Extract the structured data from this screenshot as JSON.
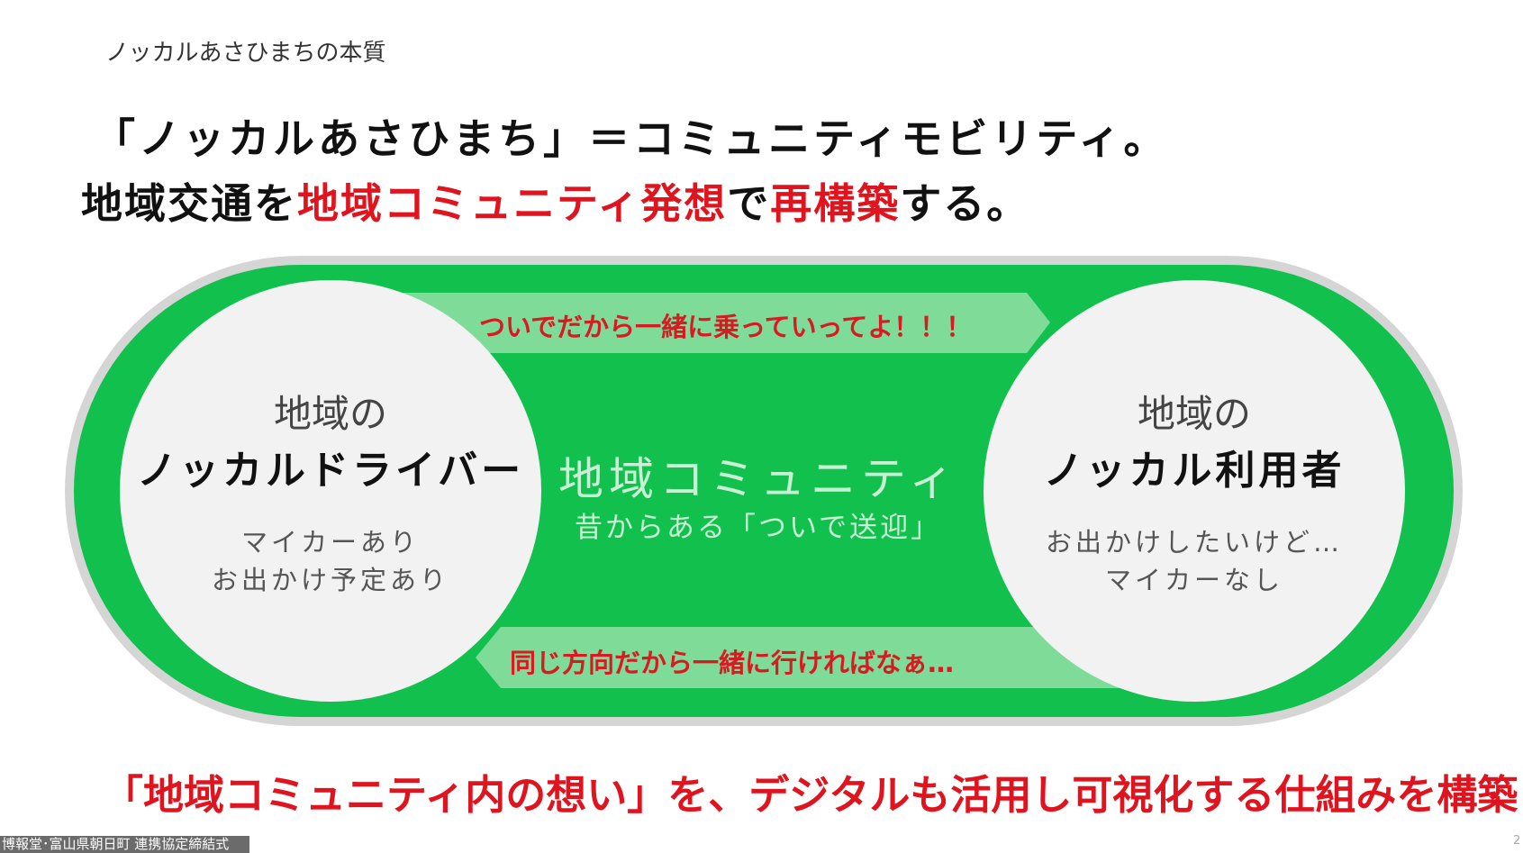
{
  "slide": {
    "section_label": "ノッカルあさひまちの本質",
    "title_line1": "「ノッカルあさひまち」＝コミュニティモビリティ。",
    "title_line2": {
      "p1": "地域交通を",
      "p2": "地域コミュニティ発想",
      "p3": "で",
      "p4": "再構築",
      "p5": "する。"
    },
    "diagram": {
      "top_arrow": "ついでだから一緒に乗っていってよ！！！",
      "bottom_arrow": "同じ方向だから一緒に行ければなぁ…",
      "center_title": "地域コミュニティ",
      "center_sub": "昔からある「ついで送迎」",
      "left": {
        "line1": "地域の",
        "line2": "ノッカルドライバー",
        "desc1": "マイカーあり",
        "desc2": "お出かけ予定あり"
      },
      "right": {
        "line1": "地域の",
        "line2": "ノッカル利用者",
        "desc1": "お出かけしたいけど…",
        "desc2": "マイカーなし"
      }
    },
    "bottom_message": "「地域コミュニティ内の想い」を、デジタルも活用し可視化する仕組みを構築",
    "page_number": "2"
  },
  "footer": {
    "caption": "博報堂･富山県朝日町 連携協定締結式"
  },
  "colors": {
    "green": "#12c04e",
    "light_green": "#7fdb98",
    "red": "#e0141e",
    "circle": "#f2f2f2"
  }
}
